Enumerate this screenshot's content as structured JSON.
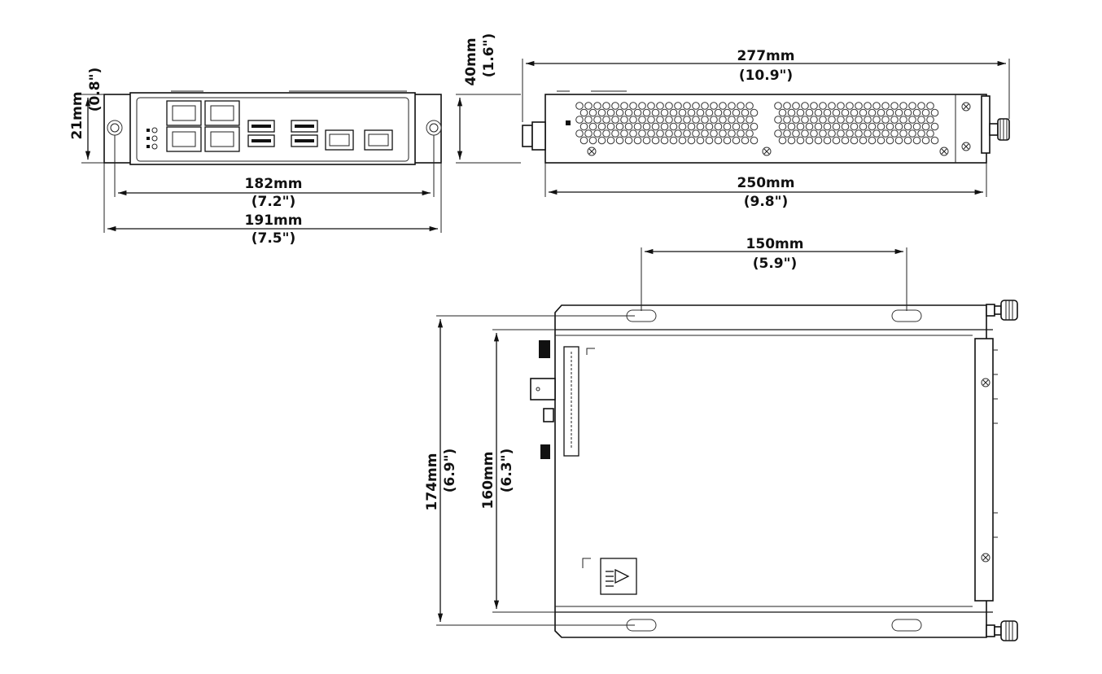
{
  "front_view": {
    "height_dim": {
      "mm": "21mm",
      "inch": "(0.8\")"
    },
    "inner_width_dim": {
      "mm": "182mm",
      "inch": "(7.2\")"
    },
    "outer_width_dim": {
      "mm": "191mm",
      "inch": "(7.5\")"
    }
  },
  "side_view": {
    "height_dim": {
      "mm": "40mm",
      "inch": "(1.6\")"
    },
    "overall_length_dim": {
      "mm": "277mm",
      "inch": "(10.9\")"
    },
    "body_length_dim": {
      "mm": "250mm",
      "inch": "(9.8\")"
    }
  },
  "top_view": {
    "mount_spacing_dim": {
      "mm": "150mm",
      "inch": "(5.9\")"
    },
    "overall_depth_dim": {
      "mm": "174mm",
      "inch": "(6.9\")"
    },
    "body_depth_dim": {
      "mm": "160mm",
      "inch": "(6.3\")"
    }
  }
}
